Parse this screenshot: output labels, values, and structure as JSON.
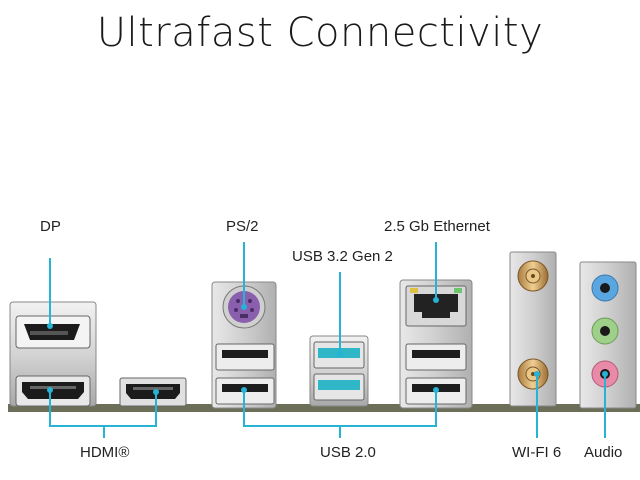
{
  "title": "Ultrafast Connectivity",
  "labels": {
    "dp": "DP",
    "ps2": "PS/2",
    "ethernet": "2.5 Gb Ethernet",
    "usb32": "USB 3.2 Gen 2",
    "hdmi": "HDMI®",
    "usb20": "USB 2.0",
    "wifi": "WI-FI 6",
    "audio": "Audio"
  },
  "colors": {
    "callout": "#27b3d6",
    "usb32_port": "#2fb7c8",
    "ps2_port": "#8a5fae",
    "audio_blue": "#5aa6e0",
    "audio_green": "#9fd08a",
    "audio_pink": "#e88aa8",
    "antenna": "#c9a064"
  }
}
